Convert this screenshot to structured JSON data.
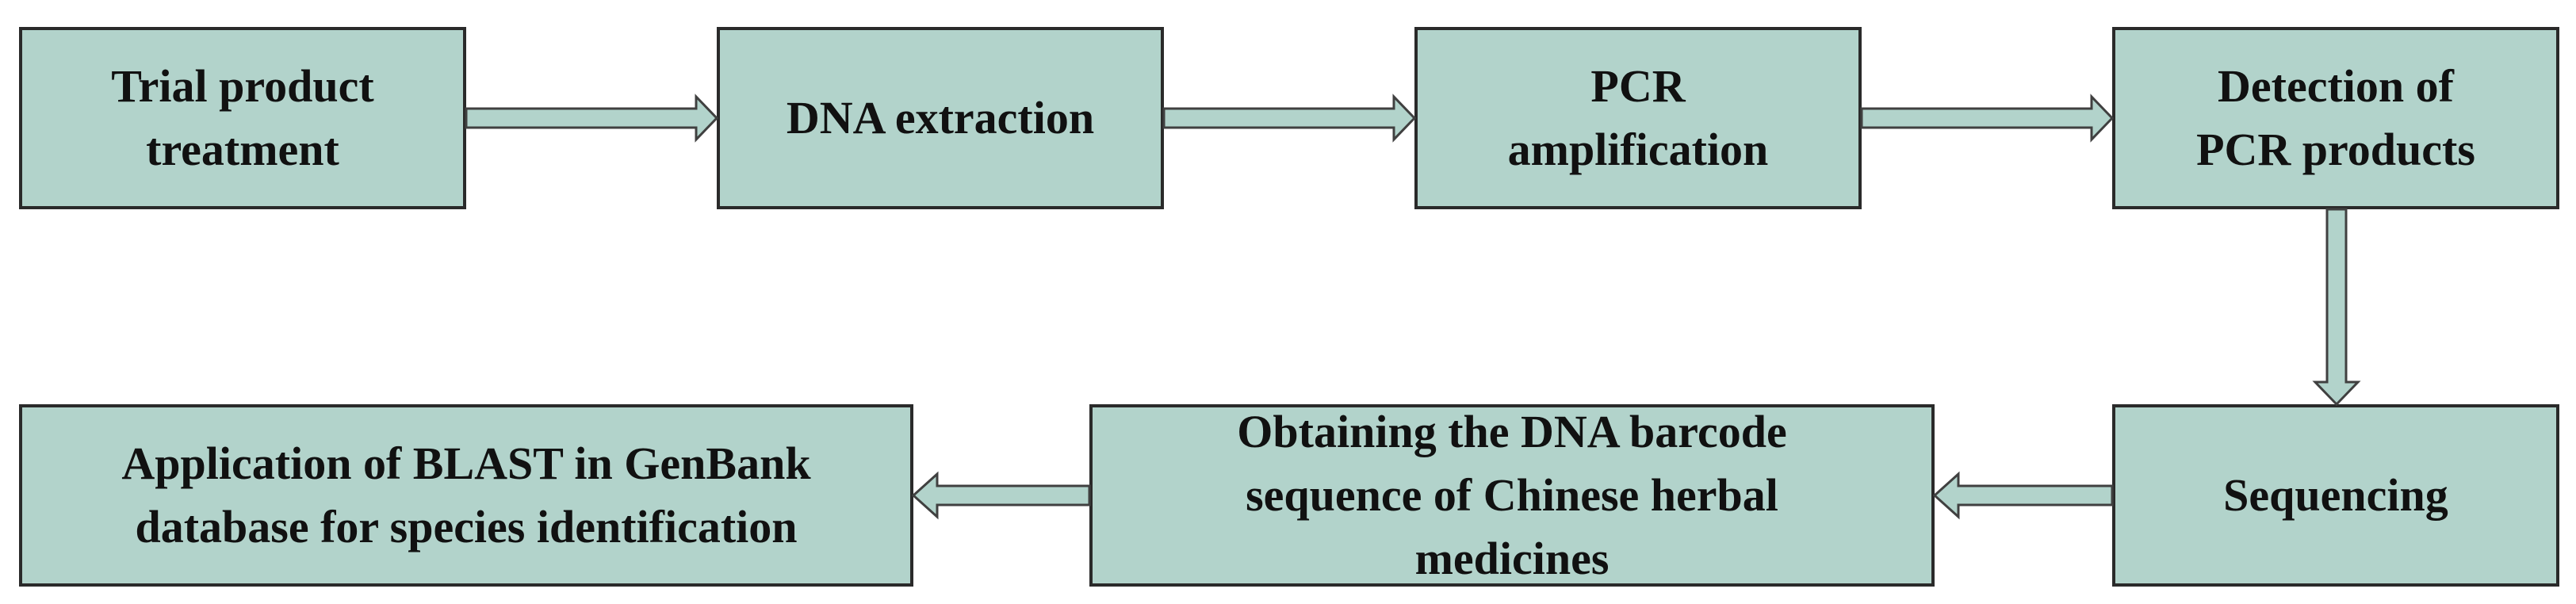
{
  "colors": {
    "box_fill": "#b2d3cb",
    "box_border": "#2a2a2a",
    "arrow_fill": "#b2d3cb",
    "arrow_stroke": "#404040",
    "text": "#111111"
  },
  "steps": {
    "trial_product_treatment": {
      "line1": "Trial product",
      "line2": "treatment"
    },
    "dna_extraction": {
      "line1": "DNA extraction"
    },
    "pcr_amplification": {
      "line1": "PCR",
      "line2": "amplification"
    },
    "detection_of_pcr_products": {
      "line1": "Detection of",
      "line2": "PCR products"
    },
    "sequencing": {
      "line1": "Sequencing"
    },
    "obtaining_dna_barcode": {
      "line1": "Obtaining the DNA barcode",
      "line2": "sequence of Chinese herbal",
      "line3": "medicines"
    },
    "application_of_blast": {
      "line1": "Application of BLAST in GenBank",
      "line2": "database for species identification"
    }
  }
}
